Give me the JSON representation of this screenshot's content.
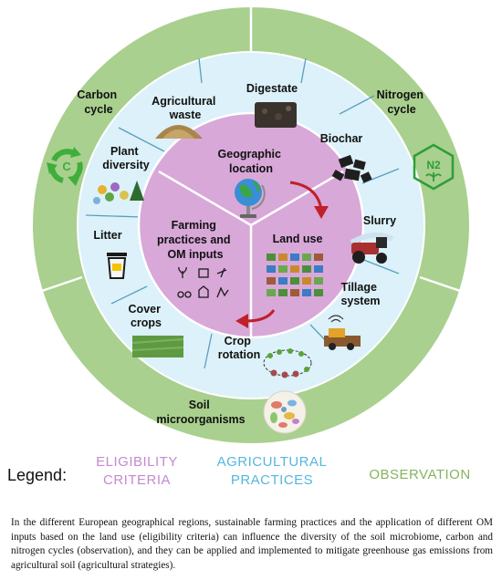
{
  "observation": {
    "carbon_cycle": [
      "Carbon",
      "cycle"
    ],
    "nitrogen_cycle": [
      "Nitrogen",
      "cycle"
    ],
    "nitrogen_badge": "N2",
    "soil_microorganisms": [
      "Soil",
      "microorganisms"
    ]
  },
  "practices": {
    "agricultural_waste": [
      "Agricultural",
      "waste"
    ],
    "digestate": [
      "Digestate"
    ],
    "biochar": [
      "Biochar"
    ],
    "slurry": [
      "Slurry"
    ],
    "tillage_system": [
      "Tillage",
      "system"
    ],
    "crop_rotation": [
      "Crop",
      "rotation"
    ],
    "cover_crops": [
      "Cover",
      "crops"
    ],
    "litter": [
      "Litter"
    ],
    "plant_diversity": [
      "Plant",
      "diversity"
    ]
  },
  "criteria": {
    "geographic_location": [
      "Geographic",
      "location"
    ],
    "land_use": [
      "Land use"
    ],
    "farming_practices": [
      "Farming",
      "practices and",
      "OM inputs"
    ]
  },
  "legend": {
    "title": "Legend:",
    "eligibility": [
      "ELIGIBILITY",
      "CRITERIA"
    ],
    "agricultural": [
      "AGRICULTURAL",
      "PRACTICES"
    ],
    "observation": "OBSERVATION"
  },
  "colors": {
    "observation_ring": "#a9d08e",
    "practices_ring": "#dcf1f9",
    "criteria_core": "#d8a8d8",
    "outline": "#ffffff",
    "arrow": "#c0202a",
    "eligibility_text": "#c38ad0",
    "agricultural_text": "#55b7dc",
    "observation_text": "#86b45e"
  },
  "caption": "In the different European geographical regions, sustainable farming practices and the application of different OM inputs based on the land use (eligibility criteria) can influence the diversity of the soil microbiome, carbon and nitrogen cycles (observation), and they can be applied and implemented to mitigate greenhouse gas emissions from agricultural soil (agricultural strategies)."
}
